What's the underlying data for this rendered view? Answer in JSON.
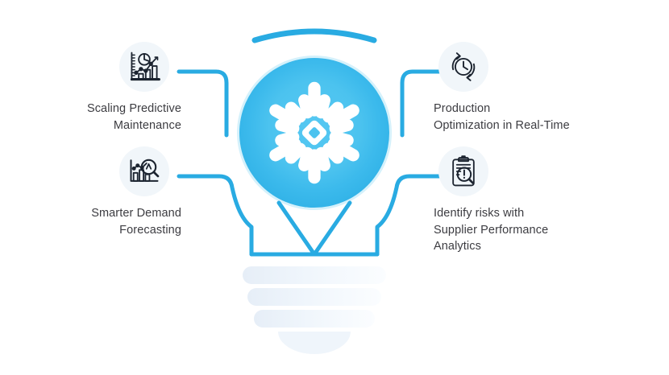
{
  "diagram": {
    "type": "lightbulb-hub-and-spoke",
    "center": {
      "logo_name": "snowflake-logo",
      "sphere_outer_color": "#33b4e7",
      "sphere_inner_color": "#4dc4f0",
      "logo_color": "#ffffff"
    },
    "accent_color": "#29ABE2",
    "icon_circle_color": "#f1f6fa",
    "text_color": "#3c3c41",
    "bulb_base_color": "#eef4fa"
  },
  "nodes": [
    {
      "id": "predictive-maintenance",
      "side": "left",
      "icon": "growth-chart-pie-icon",
      "label": "Scaling Predictive\nMaintenance"
    },
    {
      "id": "demand-forecasting",
      "side": "left",
      "icon": "bar-chart-magnifier-icon",
      "label": "Smarter Demand\nForecasting"
    },
    {
      "id": "production-optimization",
      "side": "right",
      "icon": "clock-refresh-icon",
      "label": "Production\nOptimization in Real-Time"
    },
    {
      "id": "supplier-risk-analytics",
      "side": "right",
      "icon": "clipboard-magnifier-alert-icon",
      "label": "Identify risks with\nSupplier Performance\nAnalytics"
    }
  ]
}
